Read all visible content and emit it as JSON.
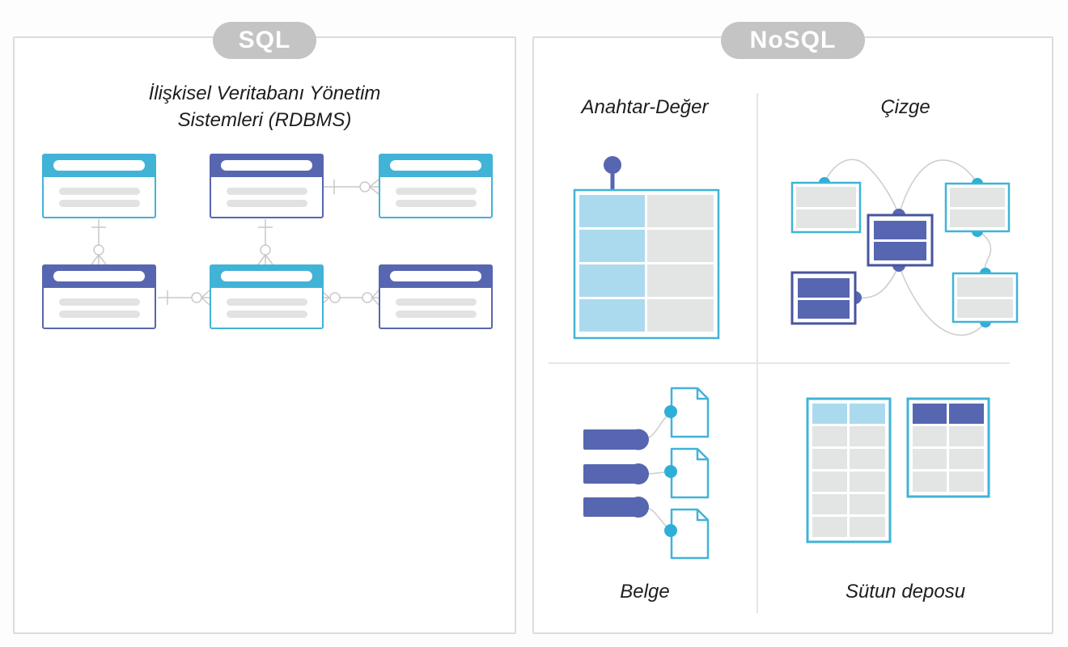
{
  "sql_panel": {
    "badge": "SQL",
    "title_line1": "İlişkisel Veritabanı Yönetim",
    "title_line2": "Sistemleri (RDBMS)"
  },
  "nosql_panel": {
    "badge": "NoSQL",
    "quadrants": [
      {
        "id": "key-value",
        "label": "Anahtar-Değer",
        "label_position": "top"
      },
      {
        "id": "graph",
        "label": "Çizge",
        "label_position": "top"
      },
      {
        "id": "document",
        "label": "Belge",
        "label_position": "bottom"
      },
      {
        "id": "column-store",
        "label": "Sütun deposu",
        "label_position": "bottom"
      }
    ]
  },
  "colors": {
    "cyan": "#41b3d7",
    "cyan_dot": "#2eafd8",
    "purple": "#5766b0",
    "purple_dark": "#47549e",
    "light_blue": "#abdaef",
    "cell_gray": "#e3e4e4",
    "bar_gray": "#e2e2e2",
    "connector": "#c9c9c9",
    "badge": "#c4c4c5",
    "badge_text": "#ffffff",
    "panel_border": "#dcdcdc",
    "divider": "#e6e6e6",
    "text": "#1d1d1f",
    "bg": "#fdfdfd"
  }
}
